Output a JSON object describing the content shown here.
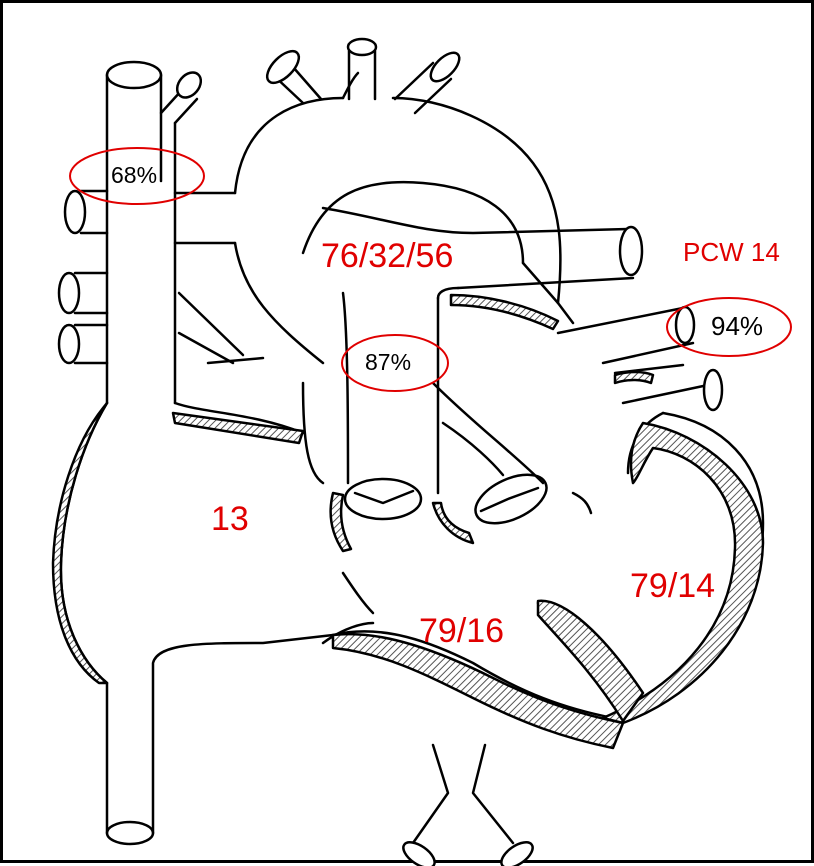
{
  "labels": {
    "svc_sat": "68%",
    "pa_sat": "87%",
    "pv_sat": "94%",
    "pa_pressure": "76/32/56",
    "pcw": "PCW 14",
    "ra_pressure": "13",
    "rv_pressure": "79/16",
    "lv_pressure": "79/14"
  },
  "colors": {
    "annotation": "#e00000",
    "outline": "#000000",
    "hatch": "#555555",
    "background": "#ffffff"
  }
}
